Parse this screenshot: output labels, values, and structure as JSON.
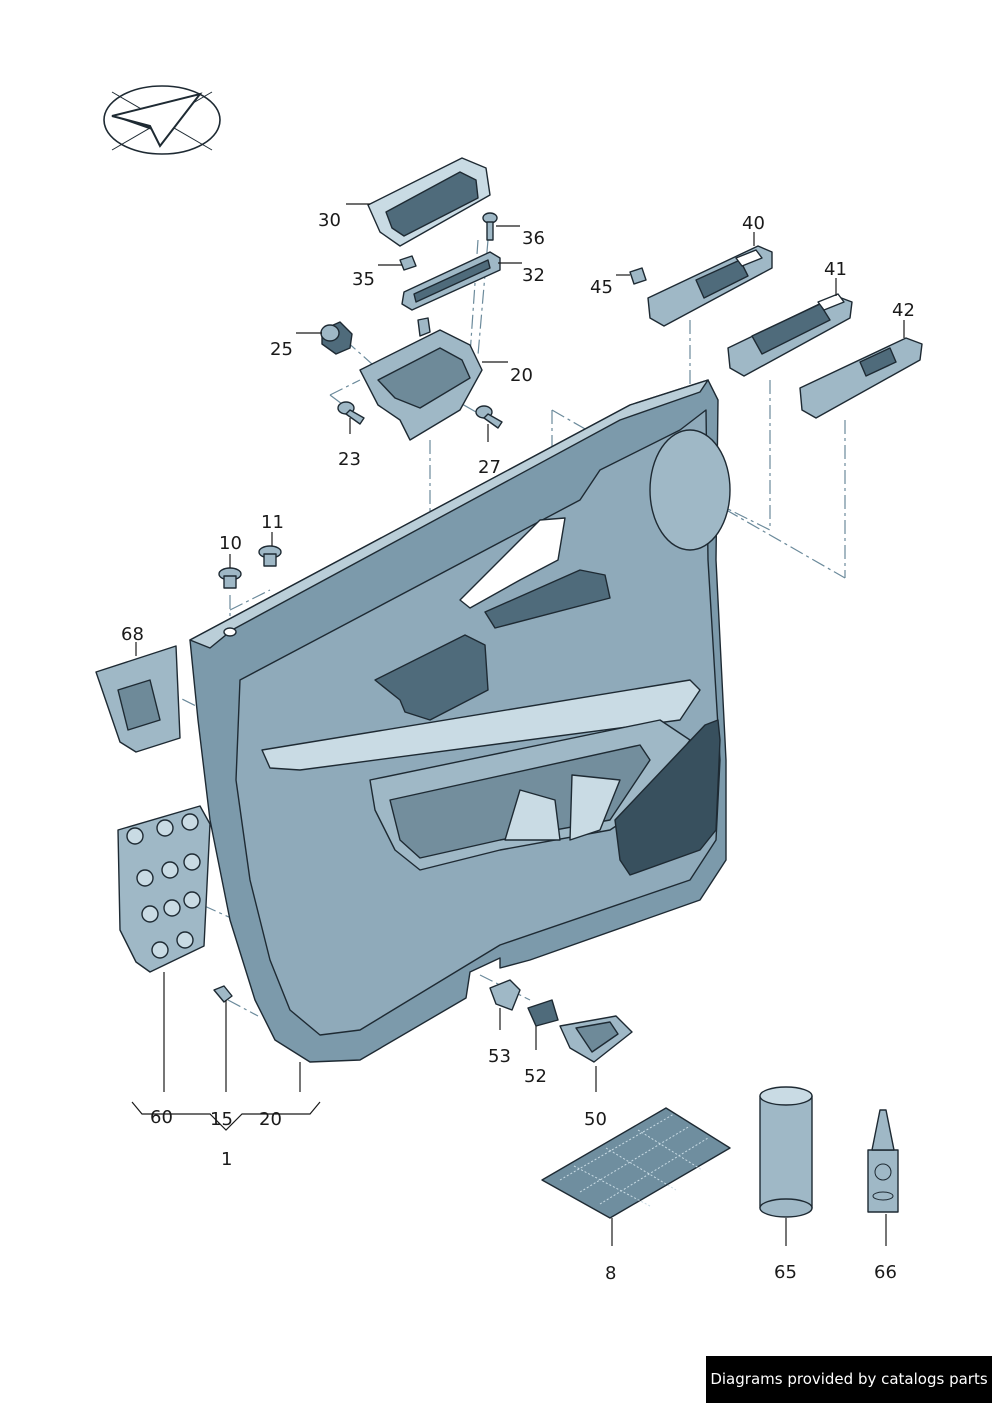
{
  "diagram": {
    "labels": {
      "p30": "30",
      "p36": "36",
      "p35": "35",
      "p32": "32",
      "p25": "25",
      "p20top": "20",
      "p23": "23",
      "p27": "27",
      "p40": "40",
      "p41": "41",
      "p42": "42",
      "p45": "45",
      "p10": "10",
      "p11": "11",
      "p68": "68",
      "p60": "60",
      "p15": "15",
      "p20bot": "20",
      "p1": "1",
      "p53": "53",
      "p52": "52",
      "p50": "50",
      "p8": "8",
      "p65": "65",
      "p66": "66"
    }
  },
  "footer": {
    "text": "Diagrams provided by catalogs parts"
  }
}
